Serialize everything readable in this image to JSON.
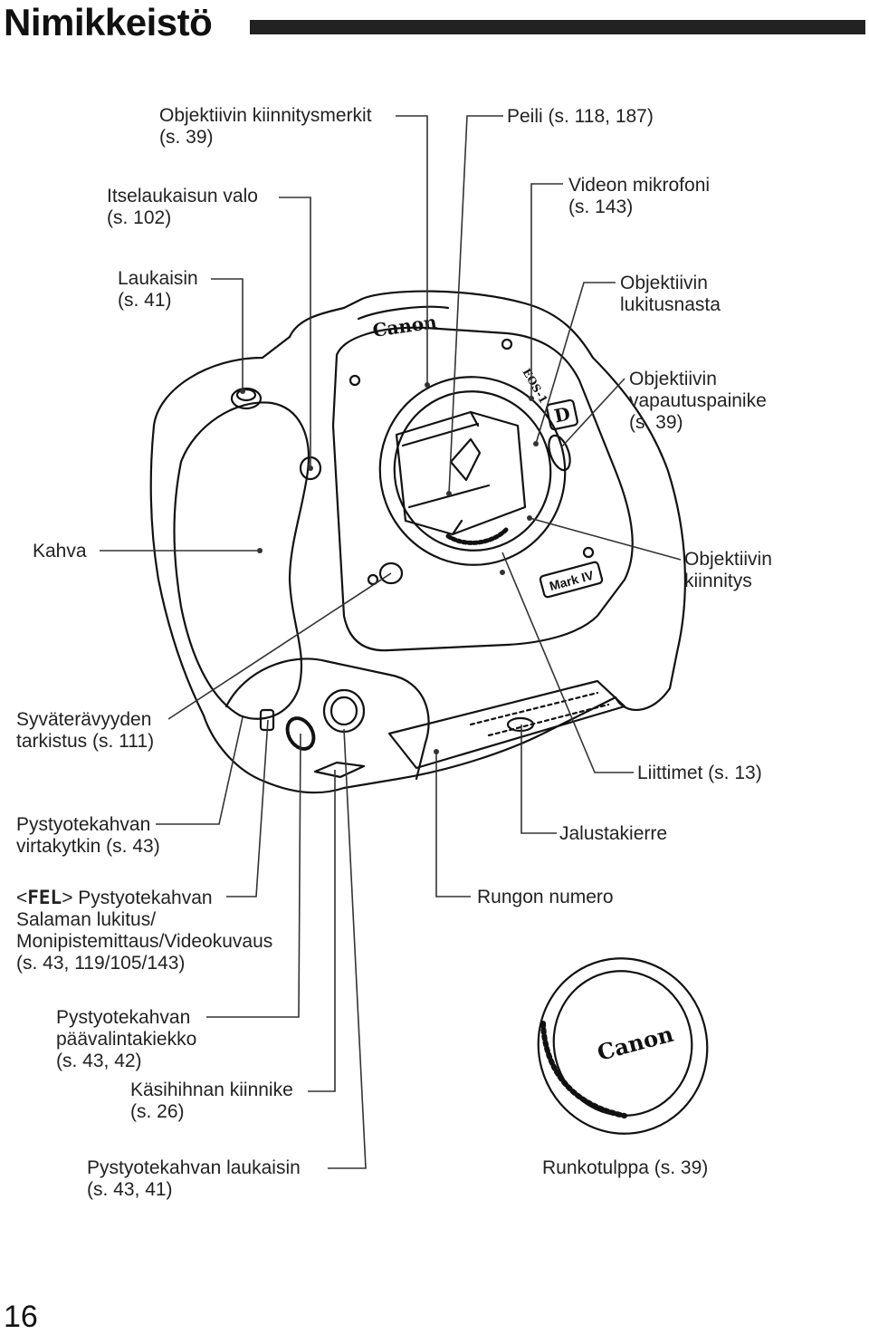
{
  "page": {
    "title": "Nimikkeistö",
    "page_number": "16"
  },
  "brand": {
    "logo_text": "Canon",
    "model_badge": "Mark IV",
    "mode_badge": "D",
    "eos_mark": "EOS-1"
  },
  "labels": {
    "mount_marks": [
      "Objektiivin kiinnitysmerkit",
      "(s. 39)"
    ],
    "self_timer": [
      "Itselaukaisun valo",
      "(s. 102)"
    ],
    "shutter": [
      "Laukaisin",
      "(s. 41)"
    ],
    "mirror": [
      "Peili (s. 118, 187)"
    ],
    "movie_mic": [
      "Videon mikrofoni",
      "(s. 143)"
    ],
    "lock_pin": [
      "Objektiivin",
      "lukitusnasta"
    ],
    "lens_release": [
      "Objektiivin",
      "vapautuspainike",
      "(s. 39)"
    ],
    "grip": [
      "Kahva"
    ],
    "lens_mount": [
      "Objektiivin",
      "kiinnitys"
    ],
    "dof_preview": [
      "Syväterävyyden",
      "tarkistus (s. 111)"
    ],
    "contacts": [
      "Liittimet (s. 13)"
    ],
    "vert_switch": [
      "Pystyotekahvan",
      "virtakytkin (s. 43)"
    ],
    "tripod": [
      "Jalustakierre"
    ],
    "fel_prefix": "<",
    "fel_code": "FEL",
    "fel_suffix": "> Pystyotekahvan",
    "fel_rest": [
      "Salaman lukitus/",
      "Monipistemittaus/Videokuvaus",
      "(s. 43, 119/105/143)"
    ],
    "serial": [
      "Rungon numero"
    ],
    "vert_dial": [
      "Pystyotekahvan",
      "päävalintakiekko",
      "(s. 43, 42)"
    ],
    "strap": [
      "Käsihihnan kiinnike",
      "(s. 26)"
    ],
    "vert_shutter": [
      "Pystyotekahvan laukaisin",
      "(s. 43, 41)"
    ],
    "body_cap": [
      "Runkotulppa (s. 39)"
    ]
  }
}
